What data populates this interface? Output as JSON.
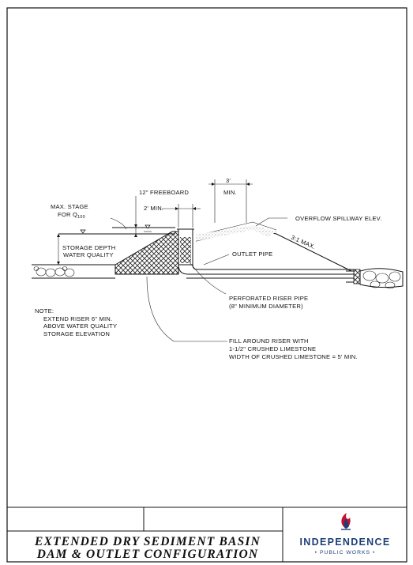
{
  "drawing": {
    "labels": {
      "max_stage_line1": "MAX. STAGE",
      "max_stage_line2": "FOR Q",
      "max_stage_sub": "100",
      "freeboard": "12\" FREEBOARD",
      "two_min": "2' MIN.",
      "three_ft": "3'",
      "three_ft_min": "MIN.",
      "overflow": "OVERFLOW SPILLWAY ELEV.",
      "slope": "3:1 MAX.",
      "outlet_pipe": "OUTLET PIPE",
      "storage_depth_1": "STORAGE DEPTH",
      "storage_depth_2": "WATER QUALITY",
      "perforated_1": "PERFORATED RISER PIPE",
      "perforated_2": "(8\" MINIMUM DIAMETER)",
      "fill_1": "FILL AROUND RISER WITH",
      "fill_2": "1-1/2\" CRUSHED LIMESTONE",
      "fill_3": "WIDTH OF CRUSHED LIMESTONE = 5' MIN.",
      "note_title": "NOTE:",
      "note_1": "EXTEND RISER 6\" MIN.",
      "note_2": "ABOVE WATER QUALITY",
      "note_3": "STORAGE ELEVATION"
    }
  },
  "title_block": {
    "title_line1": "EXTENDED  DRY  SEDIMENT  BASIN",
    "title_line2": "DAM  &  OUTLET  CONFIGURATION",
    "brand_name": "INDEPENDENCE",
    "brand_sub": "• PUBLIC WORKS •",
    "colors": {
      "brand_blue": "#1d3f76",
      "brand_red": "#c8102e"
    },
    "logo_icon": "independence-flame-logo"
  }
}
